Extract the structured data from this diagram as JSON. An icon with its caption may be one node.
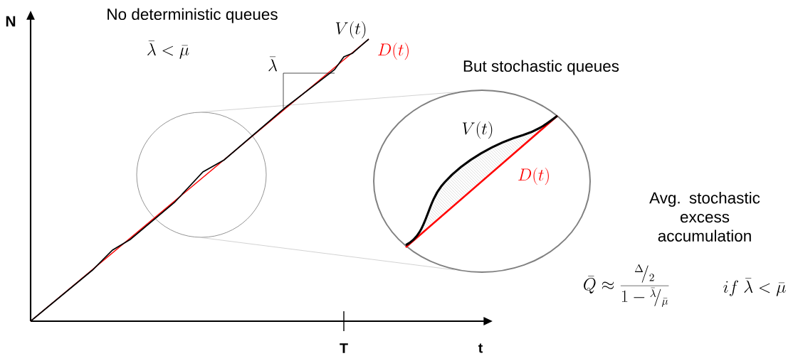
{
  "diagram": {
    "nodes": [
      {
        "text": [],
        "shape": "circle"
      },
      {
        "text": [],
        "shape": "circle"
      }
    ],
    "edges": [
      {
        "from": 0,
        "to": 1,
        "arrow": "none"
      },
      {
        "from": 0,
        "to": 1,
        "arrow": "none"
      }
    ],
    "labels": [
      "N",
      "No deterministic queues",
      "\\bar{\\lambda} < \\bar{\\mu}",
      "V(t)",
      "D(t)",
      "\\bar{\\lambda}",
      "But stochastic queues",
      "V(t)",
      "D(t)",
      "Avg. stochastic excess accumulation",
      "\\bar{Q} \\approx \\frac{{}^{\\Delta}\\!/_{2}}{1-{}^{\\bar{\\lambda}}\\!/_{\\bar{\\mu}}}",
      "if\\ \\bar{\\lambda} < \\bar{\\mu}",
      "T",
      "t"
    ]
  }
}
